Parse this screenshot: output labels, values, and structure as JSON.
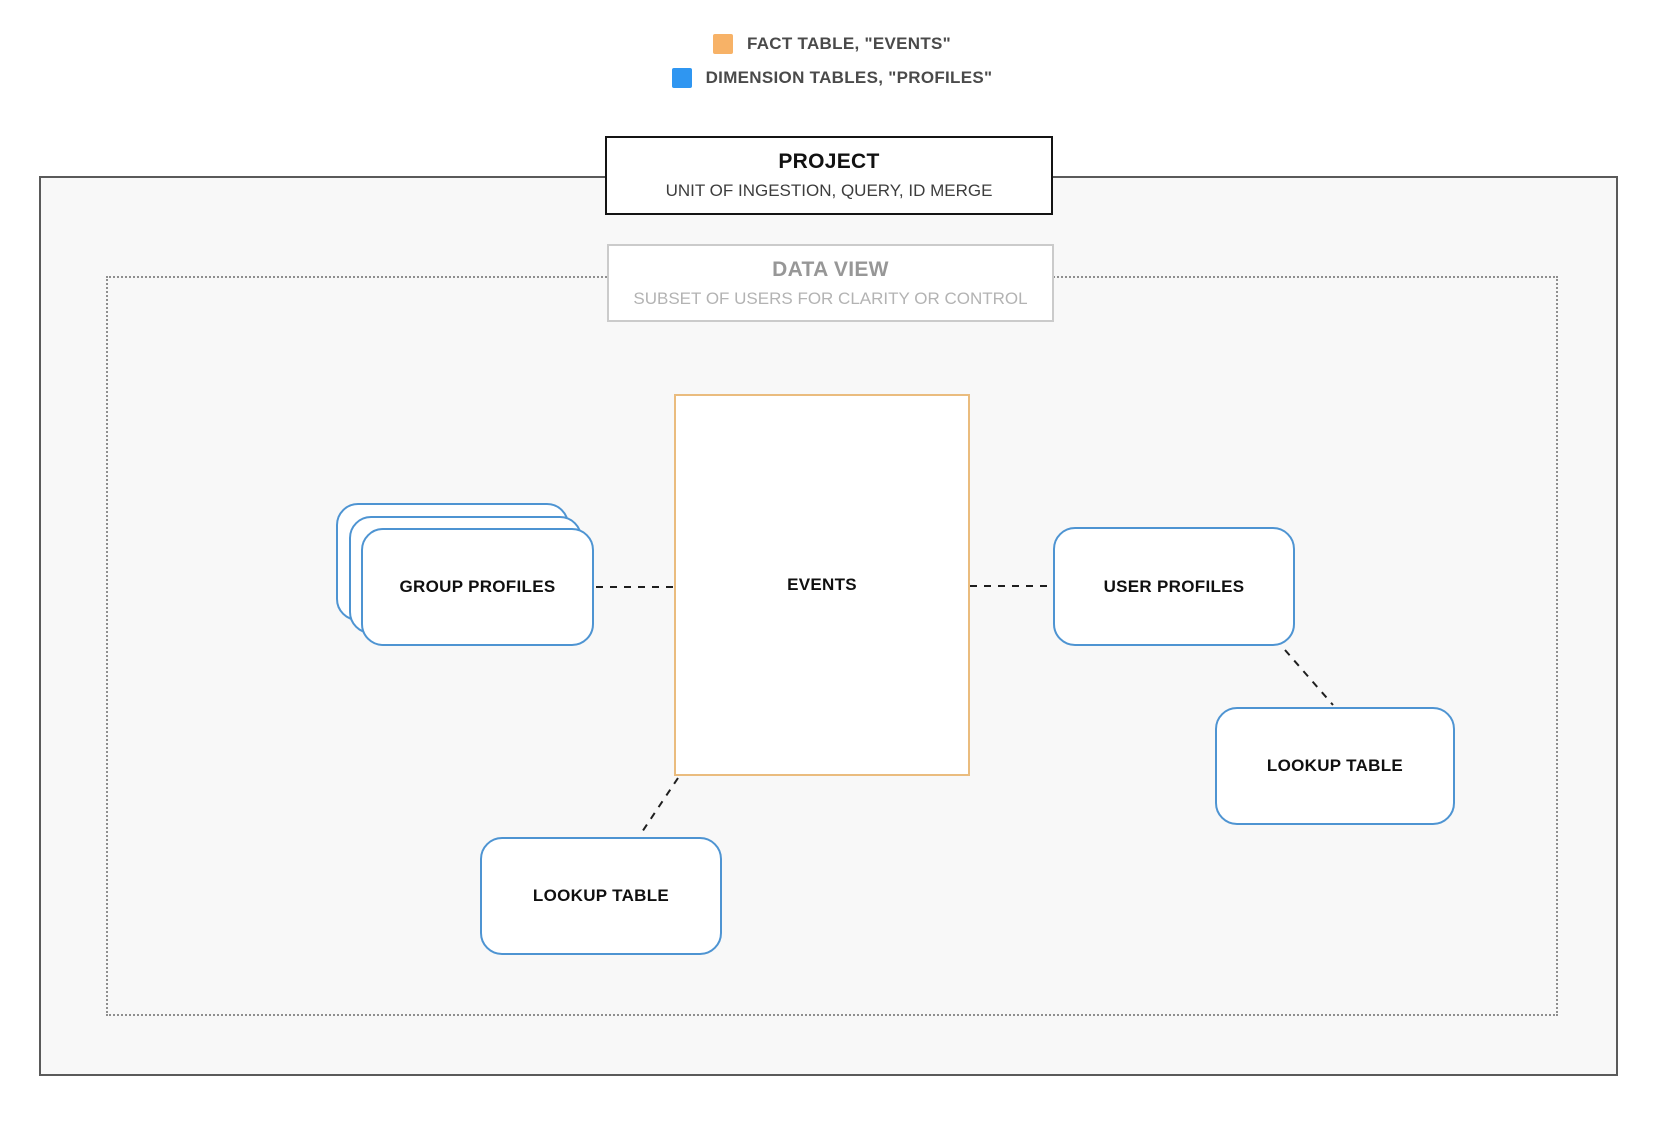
{
  "legend": {
    "items": [
      {
        "name": "fact-table",
        "label": "FACT TABLE, \"EVENTS\"",
        "color": "#f7b267"
      },
      {
        "name": "dimension-tables",
        "label": "DIMENSION TABLES, \"PROFILES\"",
        "color": "#2f96f1"
      }
    ]
  },
  "project": {
    "title": "PROJECT",
    "subtitle": "UNIT OF INGESTION, QUERY, ID MERGE"
  },
  "data_view": {
    "title": "DATA VIEW",
    "subtitle": "SUBSET OF USERS FOR CLARITY OR CONTROL"
  },
  "nodes": {
    "events": {
      "label": "EVENTS",
      "type": "fact"
    },
    "group_profiles": {
      "label": "GROUP PROFILES",
      "type": "dimension",
      "stacked": true
    },
    "user_profiles": {
      "label": "USER PROFILES",
      "type": "dimension"
    },
    "lookup_right": {
      "label": "LOOKUP TABLE",
      "type": "dimension"
    },
    "lookup_left": {
      "label": "LOOKUP TABLE",
      "type": "dimension"
    }
  },
  "edges": [
    {
      "from": "group_profiles",
      "to": "events",
      "style": "dashed"
    },
    {
      "from": "events",
      "to": "user_profiles",
      "style": "dashed"
    },
    {
      "from": "user_profiles",
      "to": "lookup_right",
      "style": "dashed"
    },
    {
      "from": "events",
      "to": "lookup_left",
      "style": "dashed"
    }
  ],
  "colors": {
    "fact_border": "#eabc7e",
    "fact_swatch": "#f7b267",
    "dimension_border": "#4e94d2",
    "dimension_swatch": "#2f96f1",
    "outer_border": "#5a5a5a",
    "inner_dotted_border": "#8f8f8f",
    "inner_background": "#f8f8f8",
    "connector": "#1f1f1f"
  }
}
